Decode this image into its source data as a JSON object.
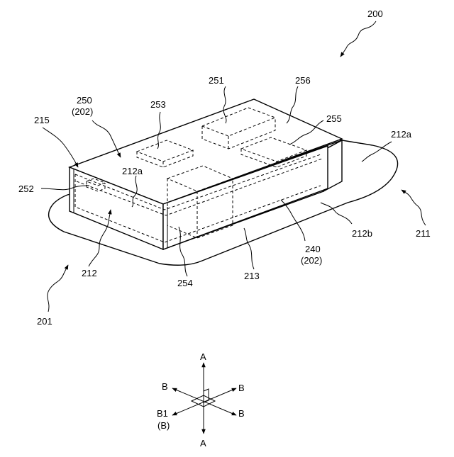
{
  "labels": {
    "l200": "200",
    "l201": "201",
    "l211": "211",
    "l212": "212",
    "l212a_left": "212a",
    "l212a_right": "212a",
    "l212b": "212b",
    "l213": "213",
    "l215": "215",
    "l240": "240",
    "l240_sub": "(202)",
    "l250": "250",
    "l250_sub": "(202)",
    "l251": "251",
    "l252": "252",
    "l253": "253",
    "l254": "254",
    "l255": "255",
    "l256": "256"
  },
  "axes": {
    "a_top": "A",
    "a_bottom": "A",
    "b_upper_left": "B",
    "b_upper_right": "B",
    "b_lower_right": "B",
    "b1": "B1",
    "b1_sub": "(B)"
  }
}
